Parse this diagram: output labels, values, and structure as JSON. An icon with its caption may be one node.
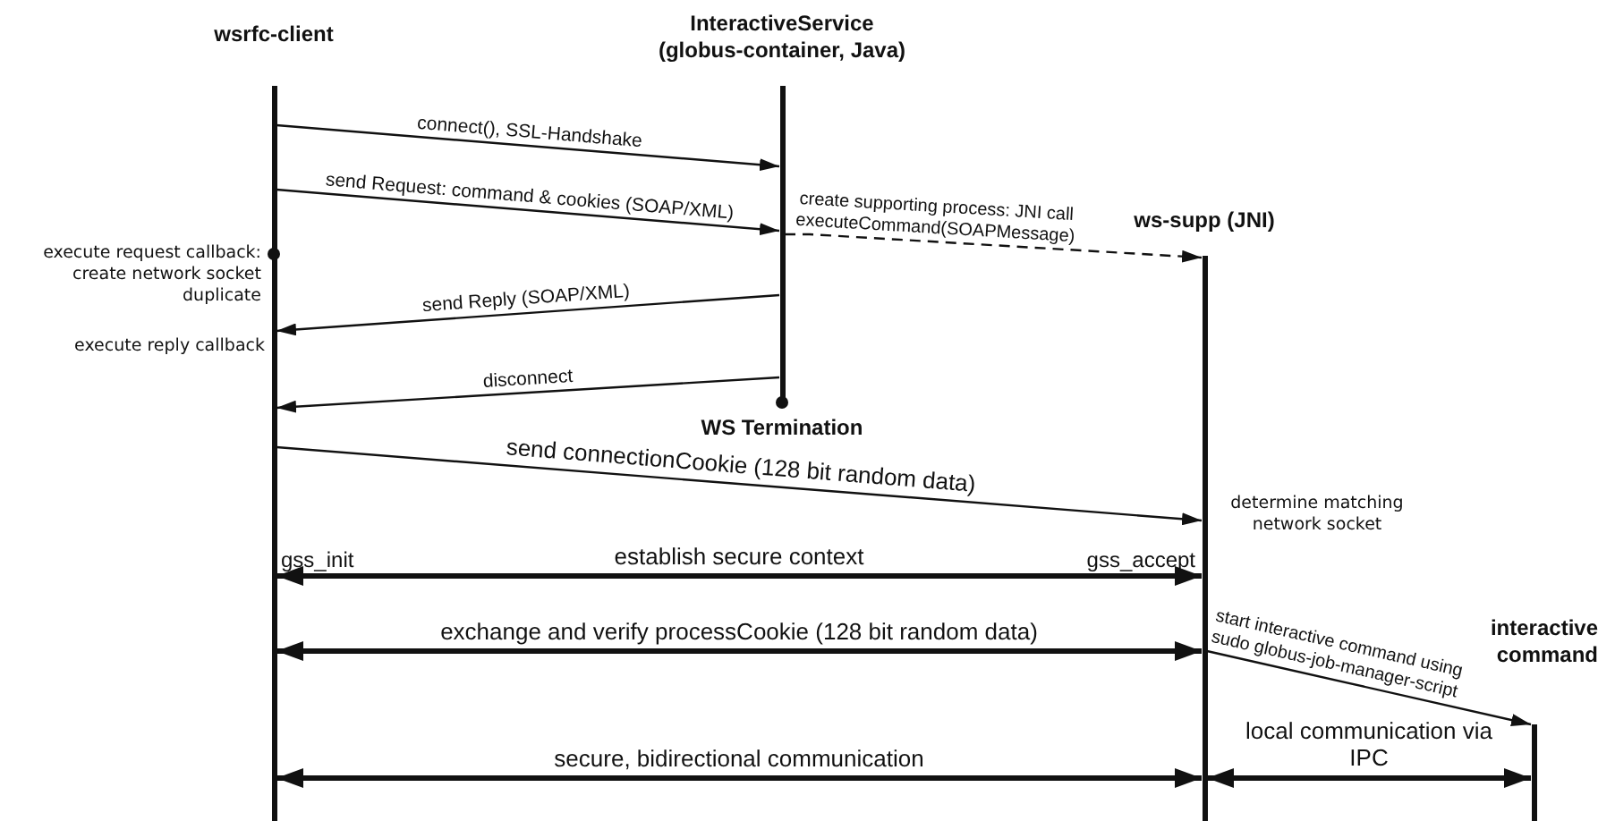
{
  "diagram": {
    "nodes": [
      {
        "text": [
          "wsrfc-client"
        ]
      },
      {
        "text": [
          "InteractiveService (globus-container, Java)"
        ]
      },
      {
        "text": [
          "ws-supp (JNI)"
        ]
      },
      {
        "text": [
          "interactive command"
        ]
      }
    ],
    "edges": [
      {
        "from": 0,
        "to": 1,
        "arrow": "to",
        "label": "connect(), SSL-Handshake"
      },
      {
        "from": 0,
        "to": 1,
        "arrow": "to",
        "label": "send Request: command & cookies (SOAP/XML)"
      },
      {
        "from": 1,
        "to": 2,
        "arrow": "to",
        "label": "create supporting process: JNI call executeCommand(SOAPMessage)",
        "style": "dashed"
      },
      {
        "from": 1,
        "to": 0,
        "arrow": "to",
        "label": "send Reply (SOAP/XML)"
      },
      {
        "from": 1,
        "to": 0,
        "arrow": "to",
        "label": "disconnect"
      },
      {
        "from": 0,
        "to": 2,
        "arrow": "to",
        "label": "send connectionCookie (128 bit random data)"
      },
      {
        "from": 0,
        "to": 2,
        "arrow": "both",
        "label": "establish secure context",
        "style": "thick"
      },
      {
        "from": 0,
        "to": 2,
        "arrow": "both",
        "label": "exchange and verify processCookie (128 bit random data)",
        "style": "thick"
      },
      {
        "from": 2,
        "to": 3,
        "arrow": "to",
        "label": "start interactive command using sudo globus-job-manager-script"
      },
      {
        "from": 0,
        "to": 2,
        "arrow": "both",
        "label": "secure, bidirectional communication",
        "style": "thick"
      },
      {
        "from": 2,
        "to": 3,
        "arrow": "both",
        "label": "local communication via IPC",
        "style": "thick"
      }
    ],
    "labels": [
      "execute request callback: create network socket duplicate",
      "execute reply callback",
      "WS Termination",
      "determine matching network socket",
      "gss_init",
      "gss_accept"
    ]
  }
}
